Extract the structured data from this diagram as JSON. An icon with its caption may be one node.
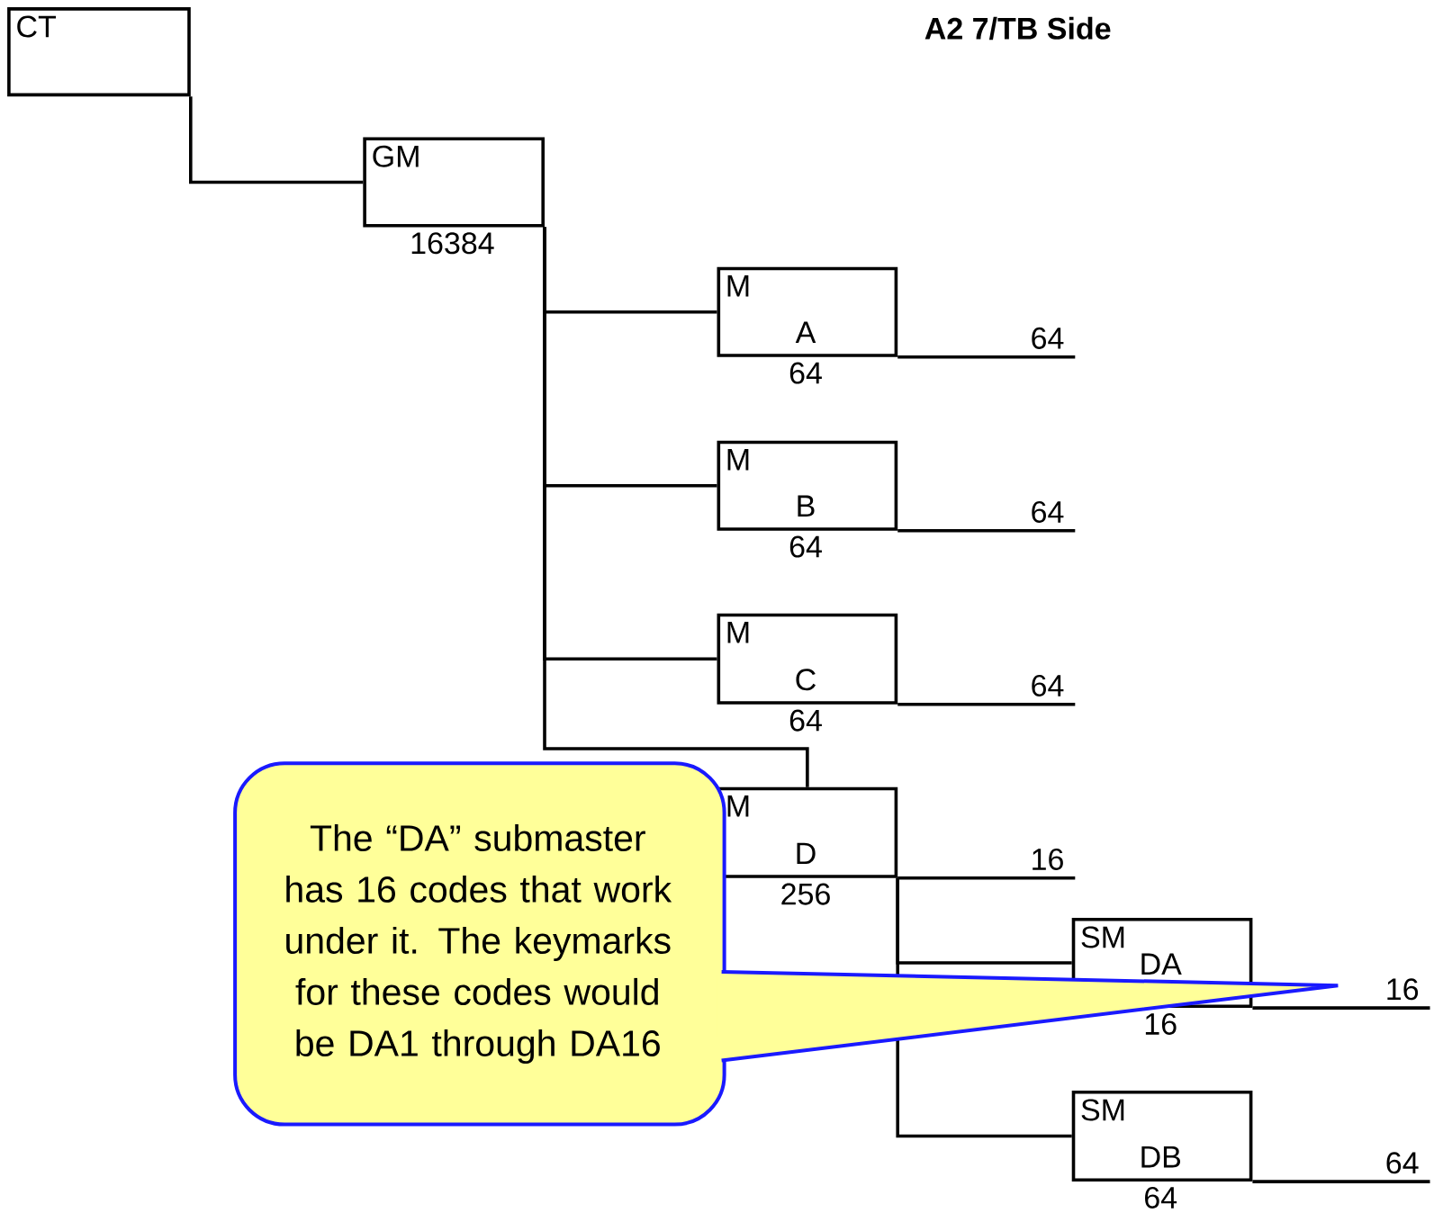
{
  "diagram": {
    "title": "A2  7/TB  Side",
    "nodes": [
      {
        "text": [
          "CT"
        ]
      },
      {
        "text": [
          "GM"
        ],
        "beside": [
          "16384"
        ]
      },
      {
        "text": [
          "M",
          "A"
        ],
        "beside": [
          "64"
        ]
      },
      {
        "text": [
          "M",
          "B"
        ],
        "beside": [
          "64"
        ]
      },
      {
        "text": [
          "M",
          "C"
        ],
        "beside": [
          "64"
        ]
      },
      {
        "text": [
          "M",
          "D"
        ],
        "beside": [
          "256"
        ]
      },
      {
        "text": [
          "SM",
          "DA"
        ],
        "beside": [
          "16"
        ]
      },
      {
        "text": [
          "SM",
          "DB"
        ],
        "beside": [
          "64"
        ]
      },
      {
        "text": [
          "The “DA” submaster has 16 codes that work under it. The keymarks for these codes would be DA1 through DA16"
        ]
      },
      {
        "text": [
          "64"
        ]
      },
      {
        "text": [
          "64"
        ]
      },
      {
        "text": [
          "64"
        ]
      },
      {
        "text": [
          "16"
        ]
      },
      {
        "text": [
          "16"
        ]
      },
      {
        "text": [
          "64"
        ]
      }
    ],
    "edges": [
      {
        "from": 0,
        "to": 1,
        "arrow": "none"
      },
      {
        "from": 1,
        "to": 2,
        "arrow": "none"
      },
      {
        "from": 1,
        "to": 3,
        "arrow": "none"
      },
      {
        "from": 1,
        "to": 4,
        "arrow": "none"
      },
      {
        "from": 1,
        "to": 5,
        "arrow": "none"
      },
      {
        "from": 5,
        "to": 6,
        "arrow": "none"
      },
      {
        "from": 5,
        "to": 7,
        "arrow": "none"
      },
      {
        "from": 8,
        "to": null,
        "arrow": "none",
        "color": "#1a1aff"
      },
      {
        "from": 2,
        "to": 9,
        "arrow": "none"
      },
      {
        "from": 3,
        "to": 10,
        "arrow": "none"
      },
      {
        "from": 4,
        "to": 11,
        "arrow": "none"
      },
      {
        "from": 5,
        "to": 12,
        "arrow": "none"
      },
      {
        "from": 6,
        "to": 13,
        "arrow": "none"
      },
      {
        "from": 7,
        "to": 14,
        "arrow": "none"
      }
    ]
  }
}
